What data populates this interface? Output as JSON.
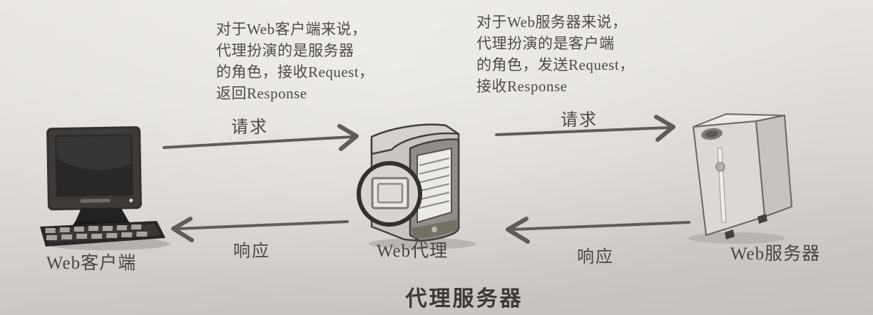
{
  "page": {
    "title": "代理服务器"
  },
  "annotations": {
    "left": "对于Web客户端来说，\n代理扮演的是服务器\n的角色，接收Request，\n返回Response",
    "right": "对于Web服务器来说，\n代理扮演的是客户端\n的角色，发送Request，\n接收Response"
  },
  "nodes": {
    "client": {
      "label": "Web客户端",
      "icon": "desktop-computer-icon"
    },
    "proxy": {
      "label": "Web代理",
      "icon": "server-tower-magnifier-icon"
    },
    "server": {
      "label": "Web服务器",
      "icon": "server-tower-icon"
    }
  },
  "flows": {
    "client_to_proxy": {
      "label": "请求",
      "direction": "right"
    },
    "proxy_to_client": {
      "label": "响应",
      "direction": "left"
    },
    "proxy_to_server": {
      "label": "请求",
      "direction": "right"
    },
    "server_to_proxy": {
      "label": "响应",
      "direction": "left"
    }
  },
  "colors": {
    "arrow": "#615c58",
    "text": "#4a4542",
    "background_top": "#eae7e3",
    "background_bottom": "#c5c0bc"
  }
}
